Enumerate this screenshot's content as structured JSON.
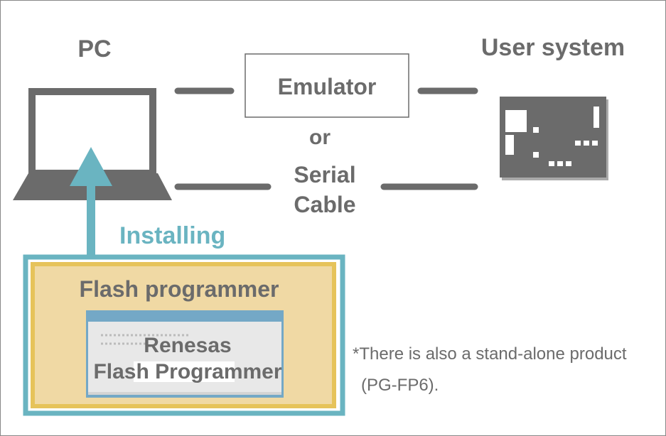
{
  "labels": {
    "pc": "PC",
    "user_system": "User system",
    "emulator": "Emulator",
    "or": "or",
    "serial_line1": "Serial",
    "serial_line2": "Cable",
    "installing": "Installing",
    "flash_programmer": "Flash programmer",
    "rfp_line1": "Renesas",
    "rfp_line2": "Flash Programmer",
    "note_line1": "*There is also a stand-alone product",
    "note_line2": "(PG-FP6)."
  },
  "colors": {
    "gray": "#6b6b6b",
    "teal": "#6ab4c1",
    "panel_fill": "#f0d9a4",
    "panel_border": "#e6c35a",
    "window_title": "#74a8c6",
    "window_body": "#e8e8e8"
  }
}
